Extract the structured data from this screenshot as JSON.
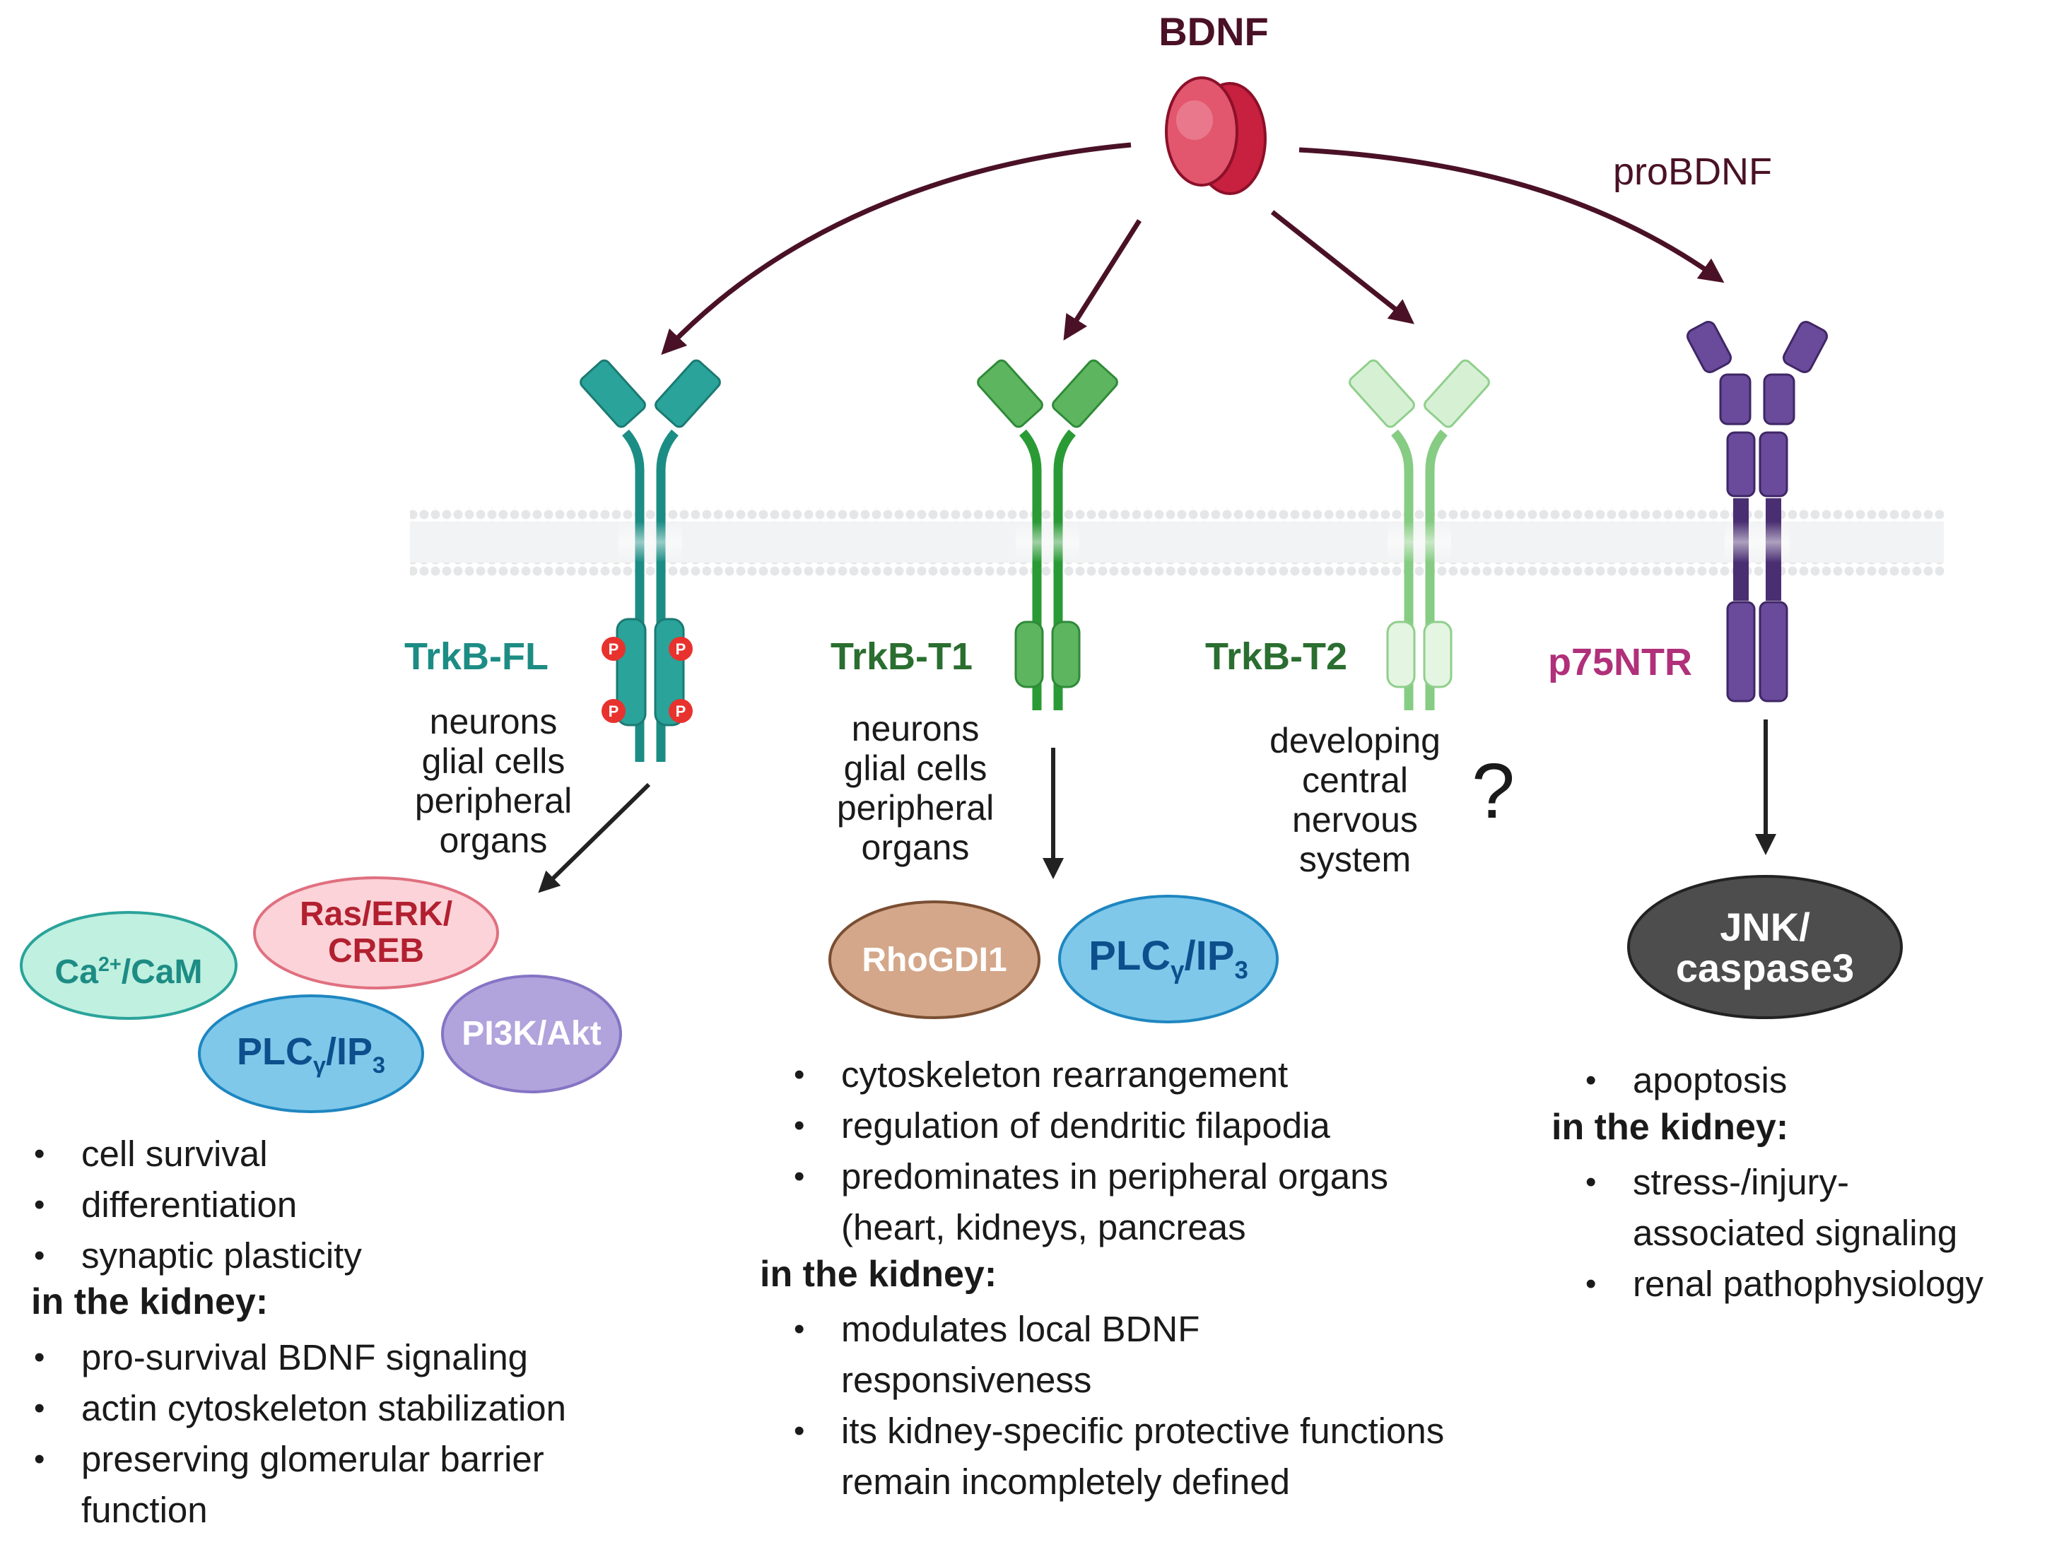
{
  "ligand": {
    "name": "BDNF",
    "pro_name": "proBDNF"
  },
  "receptors": {
    "trkb_fl": {
      "name": "TrkB-FL",
      "color": "#2aa39a",
      "phospho_label": "P",
      "locations": [
        "neurons",
        "glial cells",
        "peripheral",
        "organs"
      ]
    },
    "trkb_t1": {
      "name": "TrkB-T1",
      "color": "#2f9a3d",
      "locations": [
        "neurons",
        "glial cells",
        "peripheral",
        "organs"
      ]
    },
    "trkb_t2": {
      "name": "TrkB-T2",
      "color": "#8fd08f",
      "locations": [
        "developing",
        "central",
        "nervous",
        "system"
      ],
      "unknown_mark": "?"
    },
    "p75ntr": {
      "name": "p75NTR",
      "color": "#5e3d86"
    }
  },
  "pathways": {
    "fl": {
      "ca_cam": {
        "base": "Ca",
        "sup": "2+",
        "rest": "/CaM"
      },
      "ras": {
        "line1": "Ras/ERK/",
        "line2": "CREB"
      },
      "plc": {
        "base": "PLC",
        "sub": "γ",
        "mid": "/IP",
        "sub2": "3"
      },
      "pi3k": "PI3K/Akt"
    },
    "t1": {
      "rhogdi": "RhoGDI1",
      "plc": {
        "base": "PLC",
        "sub": "γ",
        "mid": "/IP",
        "sub2": "3"
      }
    },
    "p75": {
      "line1": "JNK/",
      "line2": "caspase3"
    }
  },
  "effects": {
    "fl": [
      "cell survival",
      "differentiation",
      "synaptic plasticity"
    ],
    "fl_kidney_title": "in the kidney:",
    "fl_kidney": [
      "pro-survival BDNF signaling",
      "actin cytoskeleton stabilization",
      "preserving glomerular barrier",
      "function"
    ],
    "t1": [
      "cytoskeleton rearrangement",
      "regulation of dendritic filapodia",
      "predominates in peripheral organs",
      "(heart, kidneys, pancreas"
    ],
    "t1_kidney_title": "in the kidney:",
    "t1_kidney": [
      "modulates local BDNF",
      "responsiveness",
      "its kidney-specific protective functions",
      "remain incompletely defined"
    ],
    "p75": [
      "apoptosis"
    ],
    "p75_kidney_title": "in the kidney:",
    "p75_kidney": [
      "stress-/injury-",
      "associated signaling",
      "renal pathophysiology"
    ]
  },
  "colors": {
    "arrow_ligand": "#4a1126",
    "arrow_signal": "#222222",
    "bdnf": "#d9334f",
    "membrane": "#e3e6e8"
  }
}
